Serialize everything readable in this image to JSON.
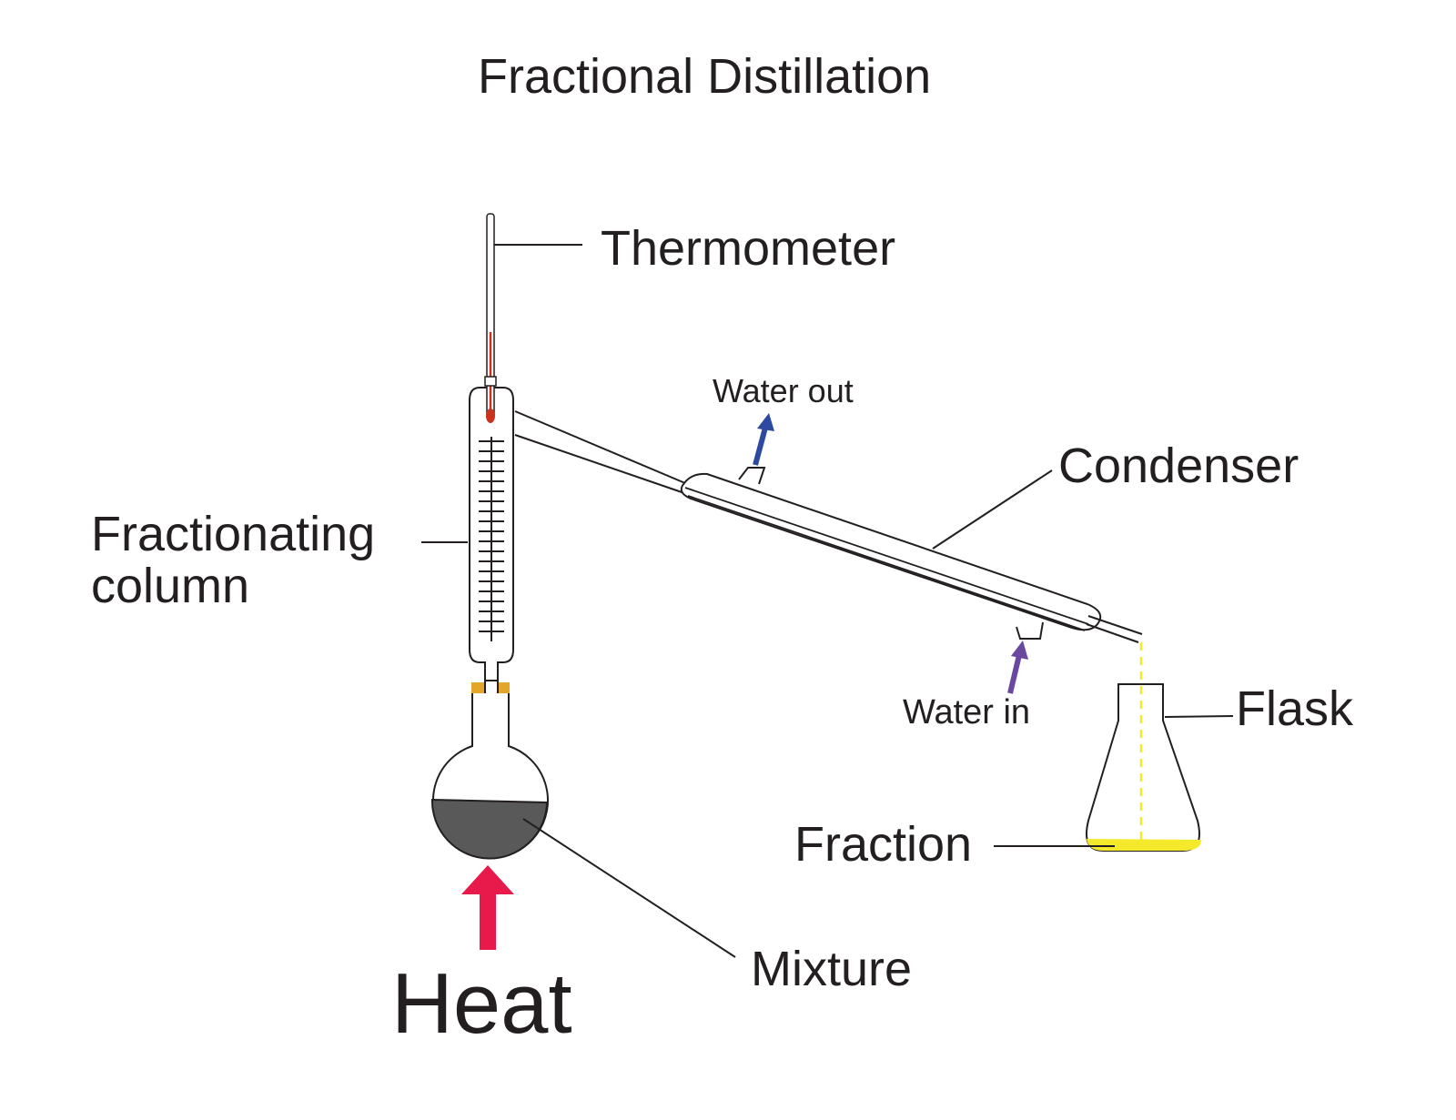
{
  "title": "Fractional Distillation",
  "labels": {
    "thermometer": "Thermometer",
    "fractionating_column_line1": "Fractionating",
    "fractionating_column_line2": "column",
    "water_out": "Water out",
    "condenser": "Condenser",
    "water_in": "Water in",
    "flask": "Flask",
    "fraction": "Fraction",
    "mixture": "Mixture",
    "heat": "Heat"
  },
  "colors": {
    "line": "#231f20",
    "glass": "#ffffff",
    "mixture_liquid": "#5a5959",
    "fraction_liquid": "#f4ea2b",
    "thermometer_fluid": "#c8321e",
    "stopper": "#e3a52a",
    "water_out_arrow": "#2e4aa0",
    "water_in_arrow": "#6a48a0",
    "heat_arrow": "#e8194b"
  }
}
